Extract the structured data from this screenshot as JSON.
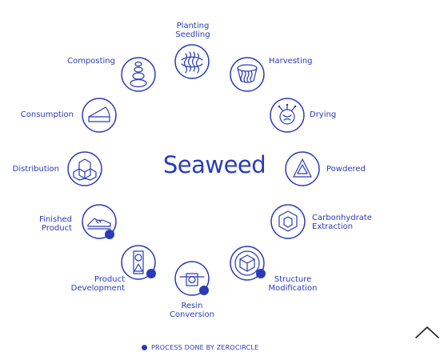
{
  "center_title": "Seaweed",
  "steps": [
    {
      "label": "Planting\nSeedling",
      "icon": "planting-seedling-icon",
      "by_zerocircle": false
    },
    {
      "label": "Harvesting",
      "icon": "harvesting-icon",
      "by_zerocircle": false
    },
    {
      "label": "Drying",
      "icon": "drying-icon",
      "by_zerocircle": false
    },
    {
      "label": "Powdered",
      "icon": "powdered-icon",
      "by_zerocircle": false
    },
    {
      "label": "Carbonhydrate\nExtraction",
      "icon": "carbohydrate-extraction-icon",
      "by_zerocircle": false
    },
    {
      "label": "Structure\nModification",
      "icon": "structure-modification-icon",
      "by_zerocircle": true
    },
    {
      "label": "Resin\nConversion",
      "icon": "resin-conversion-icon",
      "by_zerocircle": true
    },
    {
      "label": "Product\nDevelopment",
      "icon": "product-development-icon",
      "by_zerocircle": true
    },
    {
      "label": "Finished\nProduct",
      "icon": "finished-product-icon",
      "by_zerocircle": true
    },
    {
      "label": "Distribution",
      "icon": "distribution-icon",
      "by_zerocircle": false
    },
    {
      "label": "Consumption",
      "icon": "consumption-icon",
      "by_zerocircle": false
    },
    {
      "label": "Composting",
      "icon": "composting-icon",
      "by_zerocircle": false
    }
  ],
  "legend": {
    "text": "PROCESS DONE BY ZEROCIRCLE",
    "icon": "filled-dot-icon"
  },
  "scroll_top": {
    "icon": "chevron-up-icon"
  },
  "colors": {
    "primary": "#2a3bb8",
    "background": "#ffffff"
  }
}
